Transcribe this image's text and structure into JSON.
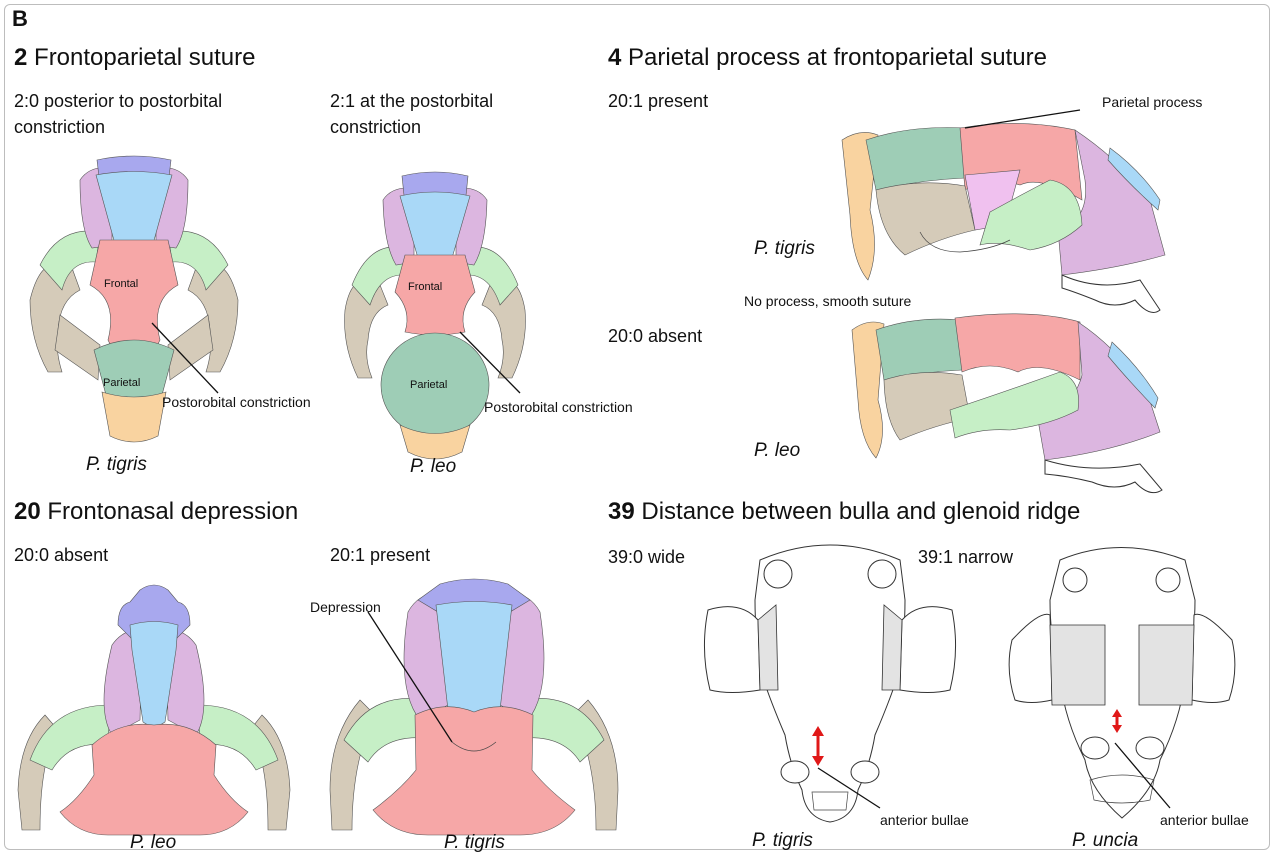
{
  "panel_letter": "B",
  "colors": {
    "nasal": "#a8a8ee",
    "frontal_nasal_blue": "#a9d8f7",
    "frontal": "#f6a7a7",
    "parietal": "#9ecdb6",
    "zygomatic": "#c6efc6",
    "maxilla": "#dcb6e0",
    "premaxilla": "#f9d3a0",
    "squamosal": "#d5cbb9",
    "jugal_pink": "#f0c1ef",
    "bulla_shade": "#e3e3e3",
    "arrow_red": "#e01818"
  },
  "p2": {
    "num": "2",
    "title": " Frontoparietal suture",
    "s0_line1": "2:0 posterior to postorbital",
    "s0_line2": "constriction",
    "s1_line1": "2:1 at the postorbital",
    "s1_line2": "constriction",
    "frontal": "Frontal",
    "parietal": "Parietal",
    "callout": "Postorobital constriction",
    "sp_left": "P. tigris",
    "sp_right": "P. leo"
  },
  "p4": {
    "num": "4",
    "title": " Parietal process at frontoparietal suture",
    "s1": "20:1 present",
    "s0": "20:0 absent",
    "callout_process": "Parietal process",
    "callout_none": "No process, smooth suture",
    "sp_top": "P. tigris",
    "sp_bottom": "P. leo"
  },
  "p20": {
    "num": "20",
    "title": " Frontonasal depression",
    "s0": "20:0 absent",
    "s1": "20:1 present",
    "callout": "Depression",
    "sp_left": "P. leo",
    "sp_right": "P. tigris"
  },
  "p39": {
    "num": "39",
    "title": " Distance between bulla and glenoid ridge",
    "s0": "39:0 wide",
    "s1": "39:1 narrow",
    "callout": "anterior bullae",
    "sp_left": "P. tigris",
    "sp_right": "P. uncia"
  }
}
